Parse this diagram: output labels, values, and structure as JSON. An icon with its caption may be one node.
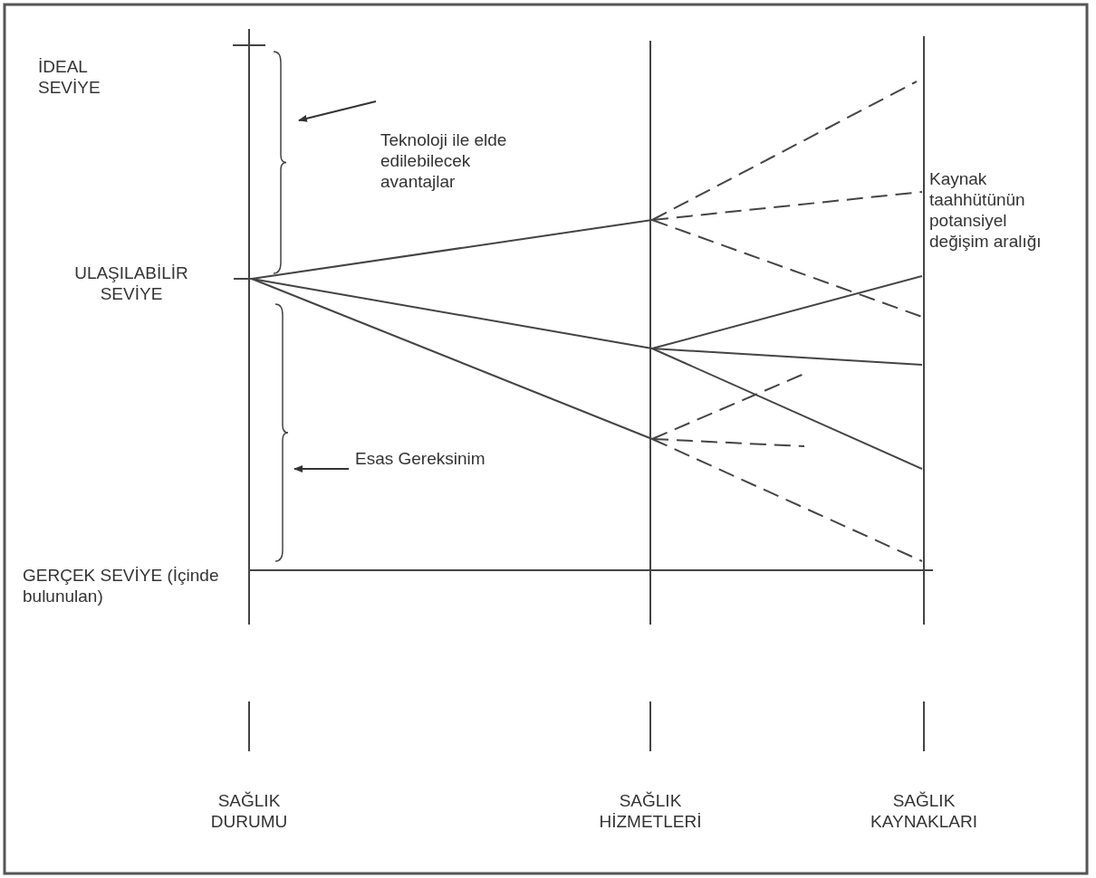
{
  "diagram": {
    "nodes": [
      {
        "text": [
          "Teknoloji ile elde edilebilecek avantajlar"
        ]
      },
      {
        "text": [
          "Esas Gereksinim"
        ]
      }
    ],
    "edges": [
      {
        "from": 0,
        "to": null,
        "arrow": "to"
      },
      {
        "from": 1,
        "to": null,
        "arrow": "to"
      }
    ],
    "labels": [
      "İDEAL SEVİYE",
      "ULAŞILABİLİR SEVİYE",
      "Kaynak taahhütünün potansiyel değişim aralığı",
      "GERÇEK SEVİYE (İçinde bulunulan)",
      "SAĞLIK DURUMU",
      "SAĞLIK HİZMETLERİ",
      "SAĞLIK KAYNAKLARI"
    ]
  }
}
